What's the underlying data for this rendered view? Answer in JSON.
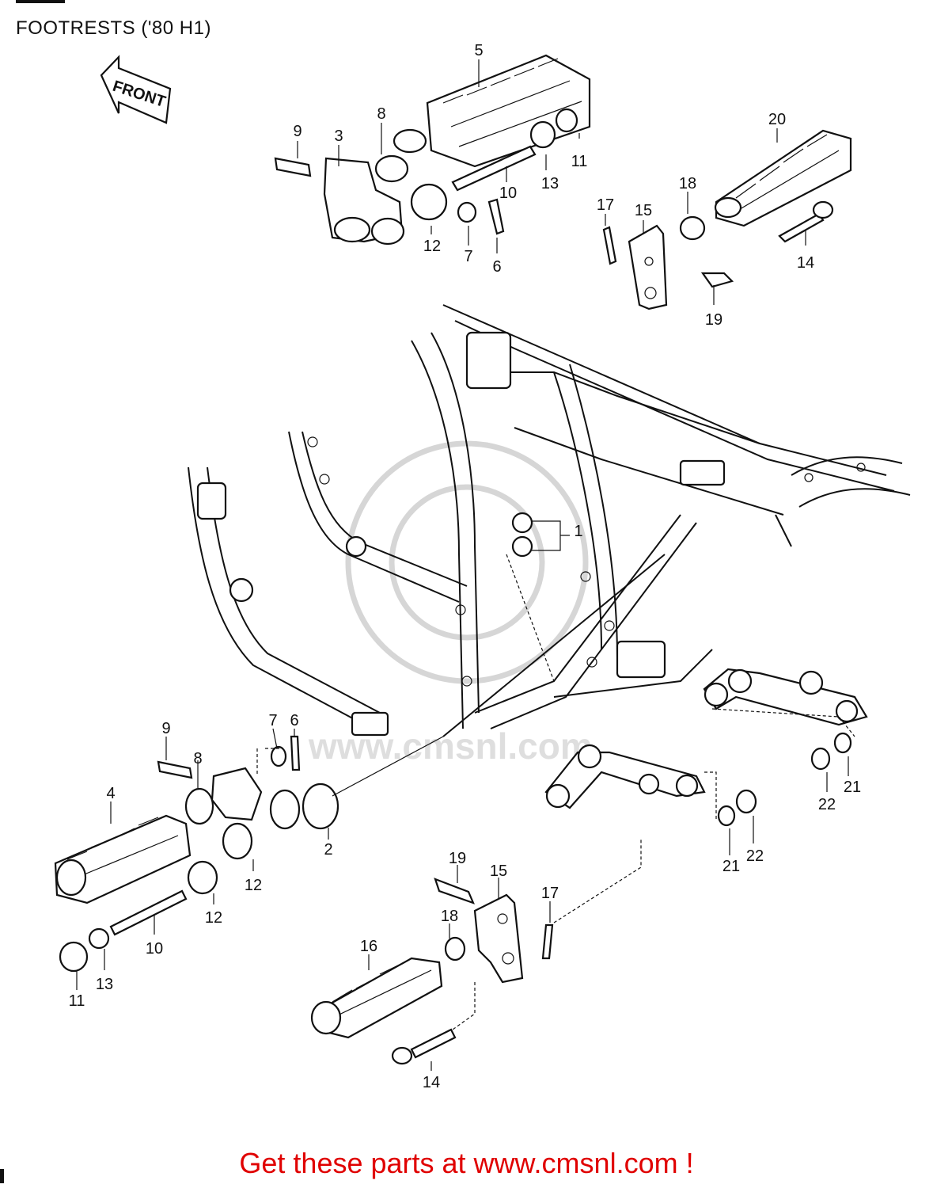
{
  "title": "FOOTRESTS ('80 H1)",
  "footer": "Get these parts at www.cmsnl.com !",
  "arrow_label": "FRONT",
  "watermark": "www.cmsnl.com",
  "colors": {
    "footer": "#e00000",
    "line": "#111111"
  },
  "callouts": {
    "c1": "1",
    "c2": "2",
    "c3": "3",
    "c4": "4",
    "c5": "5",
    "c6a": "6",
    "c6b": "6",
    "c7a": "7",
    "c7b": "7",
    "c8a": "8",
    "c8b": "8",
    "c9a": "9",
    "c9b": "9",
    "c10a": "10",
    "c10b": "10",
    "c11a": "11",
    "c11b": "11",
    "c12a": "12",
    "c12b": "12",
    "c12c": "12",
    "c13a": "13",
    "c13b": "13",
    "c14a": "14",
    "c14b": "14",
    "c15a": "15",
    "c15b": "15",
    "c16": "16",
    "c17a": "17",
    "c17b": "17",
    "c18a": "18",
    "c18b": "18",
    "c19a": "19",
    "c19b": "19",
    "c20": "20",
    "c21a": "21",
    "c21b": "21",
    "c22a": "22",
    "c22b": "22"
  }
}
